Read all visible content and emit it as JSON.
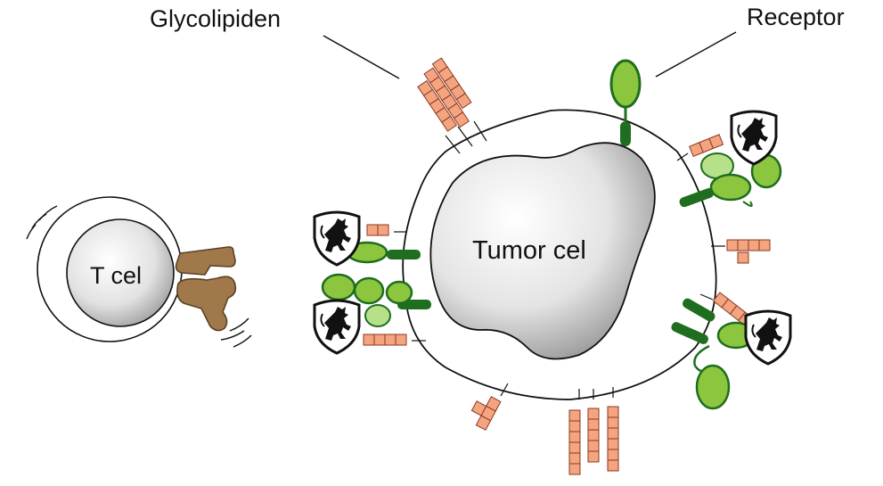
{
  "labels": {
    "glycolipids": "Glycolipiden",
    "receptor": "Receptor",
    "tumor_cell": "Tumor cel",
    "t_cell": "T cel"
  },
  "colors": {
    "glycan_fill": "#f4a47f",
    "glycan_stroke": "#8a3a22",
    "receptor_dark": "#1f6e1f",
    "receptor_light": "#8cc63f",
    "receptor_pale": "#b7e08a",
    "nucleus": "#d9d9d9",
    "tcr_brown": "#a0784a"
  },
  "icons": {
    "shield": "heraldic-lion-shield-icon"
  }
}
